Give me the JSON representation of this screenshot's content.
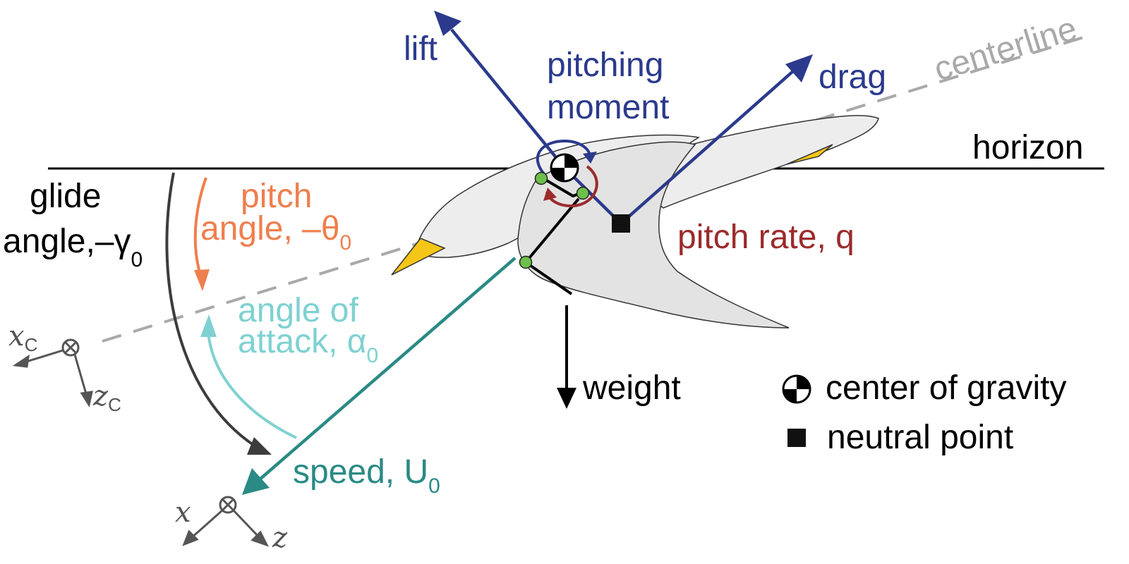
{
  "labels": {
    "lift": "lift",
    "pitching_moment_line1": "pitching",
    "pitching_moment_line2": "moment",
    "drag": "drag",
    "centerline": "centerline",
    "horizon": "horizon",
    "glide_line1": "glide",
    "glide_line2": "angle,–γ",
    "glide_sub": "0",
    "pitch_line1": "pitch",
    "pitch_line2": "angle, –θ",
    "pitch_sub": "0",
    "pitch_rate": "pitch rate, q",
    "aoa_line1": "angle of",
    "aoa_line2": "attack, α",
    "aoa_sub": "0",
    "speed": "speed, U",
    "speed_sub": "0",
    "weight": "weight",
    "legend_cg": "center of gravity",
    "legend_np": "neutral point",
    "axis_xc": "x",
    "axis_xc_sub": "C",
    "axis_zc": "z",
    "axis_zc_sub": "C",
    "axis_x": "x",
    "axis_z": "z"
  },
  "colors": {
    "force_blue": "#2b3a8c",
    "pitch_orange": "#ef7f4e",
    "aoa_cyan": "#7fd1d1",
    "speed_teal": "#2a8a85",
    "pitch_rate_red": "#9b2b2b",
    "glide_gray": "#3c3c3c",
    "centerline_gray": "#a9a9a9",
    "axis_gray": "#555555",
    "joint_green": "#6cc04a",
    "beak_yellow": "#f5c518",
    "bird_fill": "#ededed"
  }
}
